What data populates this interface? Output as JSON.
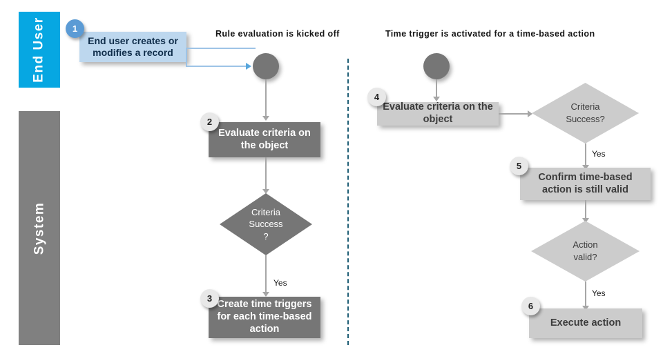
{
  "lanes": [
    {
      "id": "end-user",
      "label": "End User",
      "color": "#06A7E2"
    },
    {
      "id": "system",
      "label": "System",
      "color": "#808080"
    }
  ],
  "headings": {
    "left": "Rule evaluation is kicked off",
    "right": "Time trigger is activated for a time-based action"
  },
  "left_flow": {
    "start_node": "start-circle",
    "steps": [
      {
        "badge": "1",
        "label": "End user creates or modifies a record",
        "shape": "process",
        "style": "blue"
      },
      {
        "badge": "2",
        "label": "Evaluate criteria on the object",
        "shape": "process",
        "style": "dark"
      },
      {
        "badge": "",
        "label": "Criteria Success ?",
        "shape": "decision",
        "style": "dark",
        "lines": [
          "Criteria",
          "Success",
          "?"
        ]
      },
      {
        "badge": "3",
        "label": "Create time triggers for each time-based action",
        "shape": "process",
        "style": "dark"
      }
    ],
    "edge_labels": {
      "criteria_yes": "Yes"
    }
  },
  "right_flow": {
    "start_node": "start-circle",
    "steps": [
      {
        "badge": "4",
        "label": "Evaluate criteria on the object",
        "shape": "process",
        "style": "light"
      },
      {
        "badge": "",
        "label": "Criteria Success?",
        "shape": "decision",
        "style": "light",
        "lines": [
          "Criteria",
          "Success?"
        ]
      },
      {
        "badge": "5",
        "label": "Confirm time-based action is still valid",
        "shape": "process",
        "style": "light"
      },
      {
        "badge": "",
        "label": "Action valid?",
        "shape": "decision",
        "style": "light",
        "lines": [
          "Action",
          "valid?"
        ]
      },
      {
        "badge": "6",
        "label": "Execute action",
        "shape": "process",
        "style": "light"
      }
    ],
    "edge_labels": {
      "criteria_yes": "Yes",
      "action_yes": "Yes"
    }
  },
  "colors": {
    "end_user_lane": "#06A7E2",
    "system_lane": "#808080",
    "dark_node": "#767676",
    "light_node": "#CCCCCC",
    "blue_node": "#BDD7EE",
    "connector": "#A6A6A6",
    "blue_connector": "#9DC3E6",
    "divider": "#1F5E75",
    "badge_blue": "#5B9BD5",
    "badge_gray": "#E8E8E8"
  }
}
